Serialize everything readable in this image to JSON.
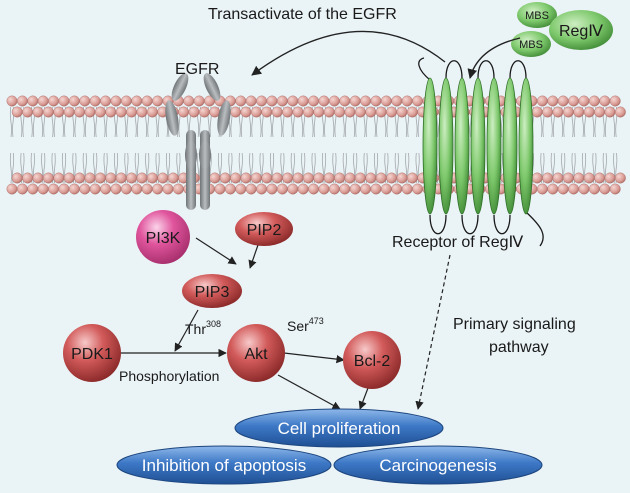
{
  "title": "Transactivate of the EGFR",
  "egfr_label": "EGFR",
  "reg": {
    "mbs_top": "MBS",
    "mbs_bottom": "MBS",
    "reg_iv": "RegⅣ",
    "receptor_label": "Receptor of RegⅣ"
  },
  "nodes": {
    "pi3k": "PI3K",
    "pip2": "PIP2",
    "pip3": "PIP3",
    "pdk1": "PDK1",
    "akt": "Akt",
    "bcl2": "Bcl-2"
  },
  "sites": {
    "thr": "Thr",
    "thr_sup": "308",
    "ser": "Ser",
    "ser_sup": "473"
  },
  "phosphorylation": "Phosphorylation",
  "primary_pathway": {
    "line1": "Primary signaling",
    "line2": "pathway"
  },
  "outcomes": {
    "cell_proliferation": "Cell proliferation",
    "inhibition_of_apoptosis": "Inhibition of apoptosis",
    "carcinogenesis": "Carcinogenesis"
  },
  "colors": {
    "background": "#eaf3f6",
    "lipid_head": "#d99a93",
    "receptor_green": "#6ebe5c",
    "egfr_gray": "#8f9396",
    "node_red": "#c24242",
    "pi3k_pink": "#e0559d",
    "outcome_blue": "#3d78c6"
  }
}
